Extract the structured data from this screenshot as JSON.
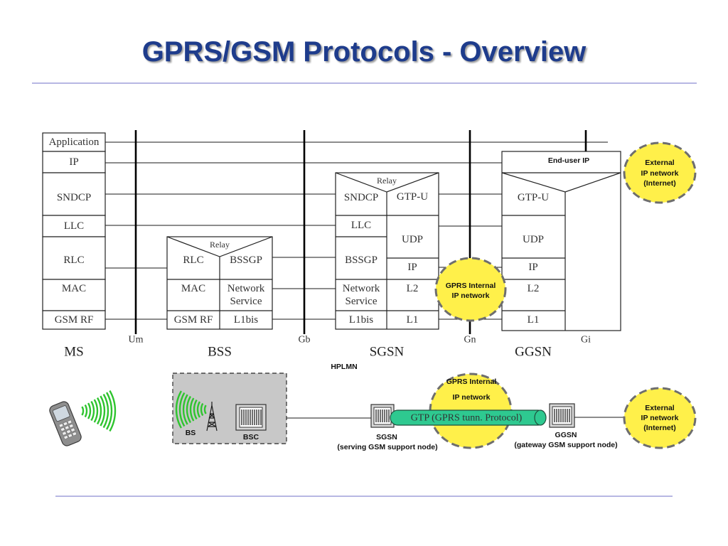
{
  "slide": {
    "title": "GPRS/GSM Protocols - Overview"
  },
  "colors": {
    "title": "#1e3c8c",
    "rule": "#8c8cd2",
    "cloud_fill": "#fff04a",
    "tunnel": "#2ec990",
    "waves": "#2fc42f",
    "bs_panel": "#c8c8c8"
  },
  "icons": {
    "phone": "mobile-phone-icon",
    "bs": "antenna-tower-icon",
    "bsc": "bsc-rack-icon",
    "sgsn": "sgsn-rack-icon",
    "ggsn": "ggsn-rack-icon",
    "radio": "signal-waves-icon"
  },
  "interfaces": {
    "um": "Um",
    "gb": "Gb",
    "gn": "Gn",
    "gi": "Gi"
  },
  "ms": {
    "name": "MS",
    "layers": [
      "Application",
      "IP",
      "SNDCP",
      "LLC",
      "RLC",
      "MAC",
      "GSM RF"
    ]
  },
  "bss": {
    "name": "BSS",
    "relay": "Relay",
    "left": [
      "RLC",
      "MAC",
      "GSM RF"
    ],
    "right": [
      "BSSGP",
      [
        "Network",
        "Service"
      ],
      "L1bis"
    ]
  },
  "sgsn": {
    "name": "SGSN",
    "relay": "Relay",
    "left": [
      "SNDCP",
      "LLC",
      "BSSGP",
      [
        "Network",
        "Service"
      ],
      "L1bis"
    ],
    "right": [
      "GTP-U",
      "UDP",
      "IP",
      "L2",
      "L1"
    ]
  },
  "ggsn": {
    "name": "GGSN",
    "top": "End-user IP",
    "layers": [
      "GTP-U",
      "UDP",
      "IP",
      "L2",
      "L1"
    ]
  },
  "clouds": {
    "external_top": [
      "External",
      "IP network",
      "(Internet)"
    ],
    "gprs_internal_top": [
      "GPRS Internal",
      "IP network"
    ],
    "gprs_internal_bottom": [
      "GPRS Internal",
      "IP network"
    ],
    "external_bottom": [
      "External",
      "IP network",
      "(Internet)"
    ]
  },
  "network": {
    "hplmn": "HPLMN",
    "bs": "BS",
    "bsc": "BSC",
    "gtp": "GTP (GPRS tunn. Protocol)",
    "sgsn": "SGSN",
    "sgsn_desc": "(serving GSM support node)",
    "ggsn": "GGSN",
    "ggsn_desc": "(gateway GSM support node)"
  }
}
